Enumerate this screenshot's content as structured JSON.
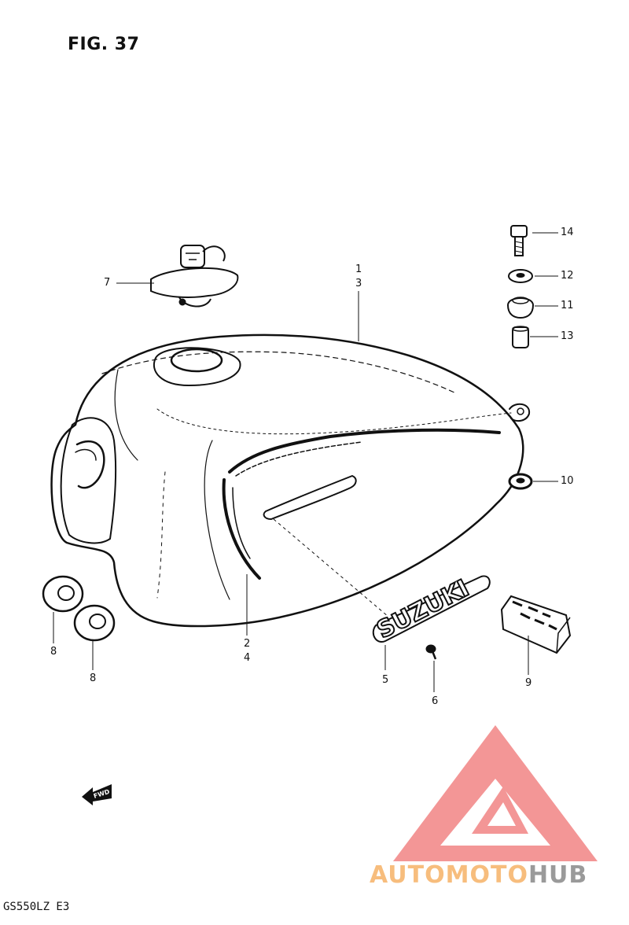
{
  "figure": {
    "title": "FIG. 37",
    "model_code": "GS550LZ  E3"
  },
  "callouts": {
    "n1": "1",
    "n2": "2",
    "n3": "3",
    "n4": "4",
    "n5": "5",
    "n6": "6",
    "n7": "7",
    "n8a": "8",
    "n8b": "8",
    "n9": "9",
    "n10": "10",
    "n11": "11",
    "n12": "12",
    "n13": "13",
    "n14": "14"
  },
  "decal": {
    "text": "SUZUKI"
  },
  "direction_arrow": {
    "text": "FWD"
  },
  "watermark": {
    "part1": "AUTOMOTO",
    "part2": "HUB",
    "logo_color": "#f28b8b",
    "text_color_1": "#f7bd7d",
    "text_color_2": "#9a9a9a"
  }
}
